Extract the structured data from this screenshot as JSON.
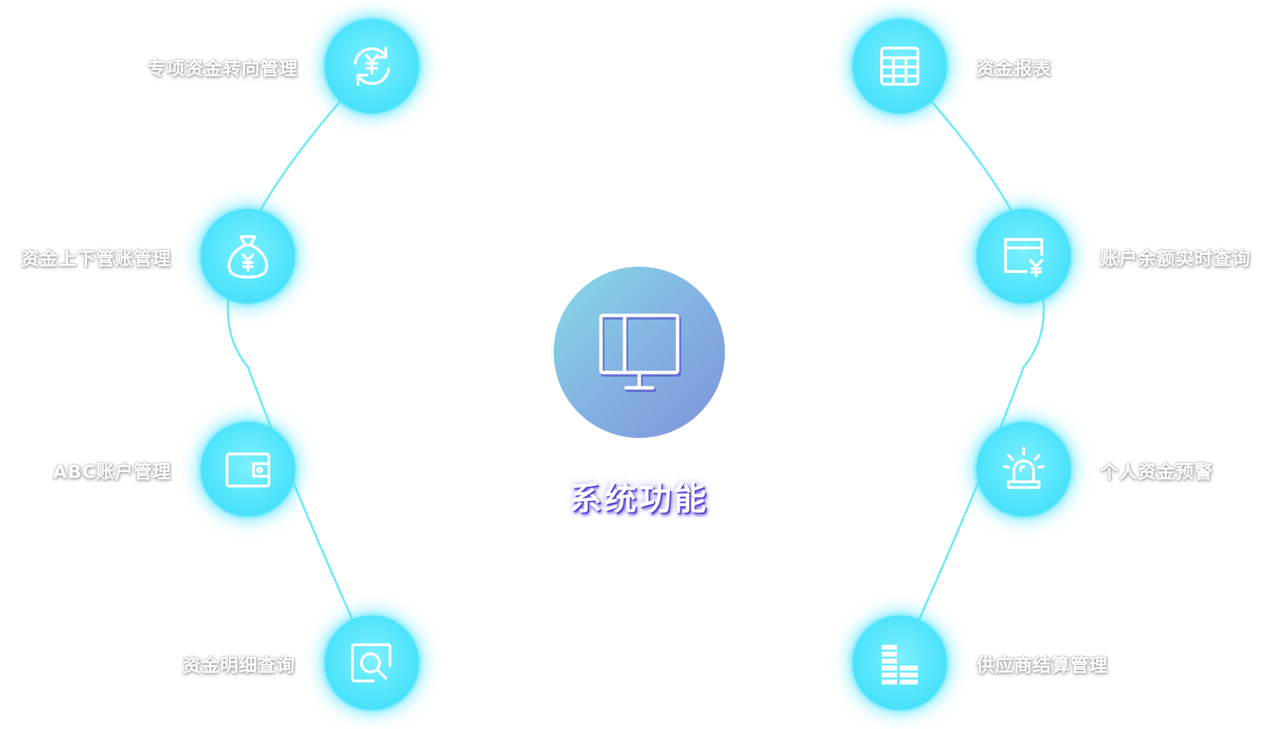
{
  "center": {
    "title": "系统功能",
    "icon": "monitor-icon"
  },
  "left_items": [
    {
      "label": "专项资金转向管理",
      "icon": "yuan-exchange-icon"
    },
    {
      "label": "资金上下管账管理",
      "icon": "money-bag-icon"
    },
    {
      "label": "ABC账户管理",
      "icon": "wallet-icon"
    },
    {
      "label": "资金明细查询",
      "icon": "search-document-icon"
    }
  ],
  "right_items": [
    {
      "label": "资金报表",
      "icon": "table-grid-icon"
    },
    {
      "label": "账户余额实时查询",
      "icon": "card-yuan-icon"
    },
    {
      "label": "个人资金预警",
      "icon": "alarm-light-icon"
    },
    {
      "label": "供应商结算管理",
      "icon": "stacked-blocks-icon"
    }
  ],
  "colors": {
    "node": "#4fe3fb",
    "connector": "#5ee6fb",
    "center_gradient_start": "#86dbe6",
    "center_gradient_end": "#7e93dc",
    "title_shadow": "#5b3fd3"
  }
}
